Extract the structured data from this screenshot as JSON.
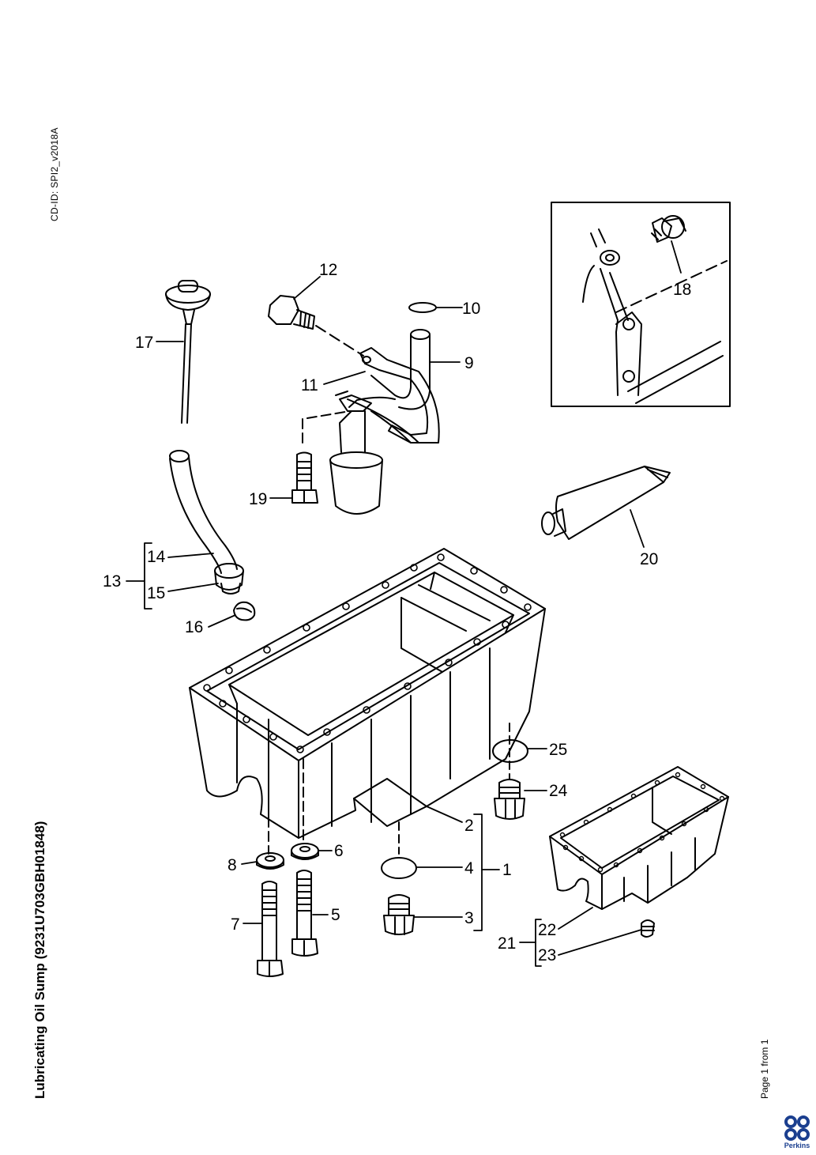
{
  "document": {
    "cd_id": "CD-ID: SPI2_v2018A",
    "title": "Lubricating Oil Sump (9231U703GBH01848)",
    "page_note": "Page 1 from 1",
    "brand": "Perkins",
    "brand_color": "#1b3f8f"
  },
  "callouts": {
    "c1": "1",
    "c2": "2",
    "c3": "3",
    "c4": "4",
    "c5": "5",
    "c6": "6",
    "c7": "7",
    "c8": "8",
    "c9": "9",
    "c10": "10",
    "c11": "11",
    "c12": "12",
    "c13": "13",
    "c14": "14",
    "c15": "15",
    "c16": "16",
    "c17": "17",
    "c18": "18",
    "c19": "19",
    "c20": "20",
    "c21": "21",
    "c22": "22",
    "c23": "23",
    "c24": "24",
    "c25": "25"
  }
}
